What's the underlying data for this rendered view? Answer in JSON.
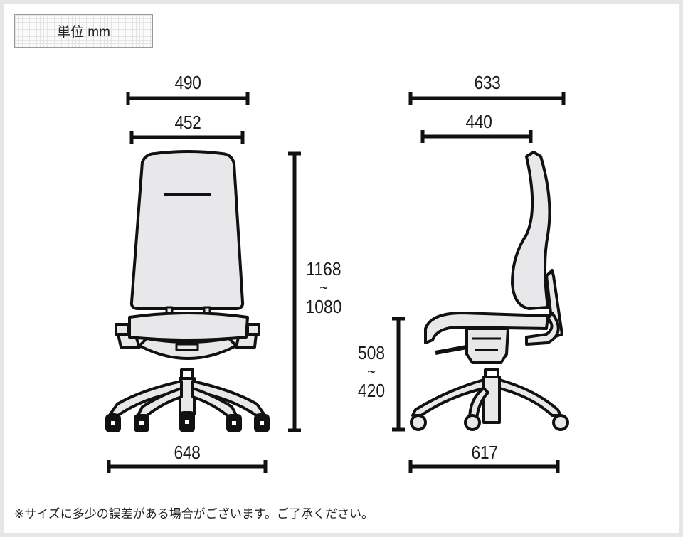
{
  "unit_label": "単位 mm",
  "front_view": {
    "overall_width": "490",
    "backrest_width": "452",
    "height_max": "1168",
    "height_separator": "~",
    "height_min": "1080",
    "base_width": "648"
  },
  "side_view": {
    "overall_depth": "633",
    "seat_depth": "440",
    "seat_height_max": "508",
    "seat_height_separator": "~",
    "seat_height_min": "420",
    "base_depth": "617"
  },
  "colors": {
    "frame": "#e6e6e6",
    "background": "#ffffff",
    "line": "#111111",
    "fill": "#e8e8ea"
  },
  "note": "※サイズに多少の誤差がある場合がございます。ご了承ください。"
}
